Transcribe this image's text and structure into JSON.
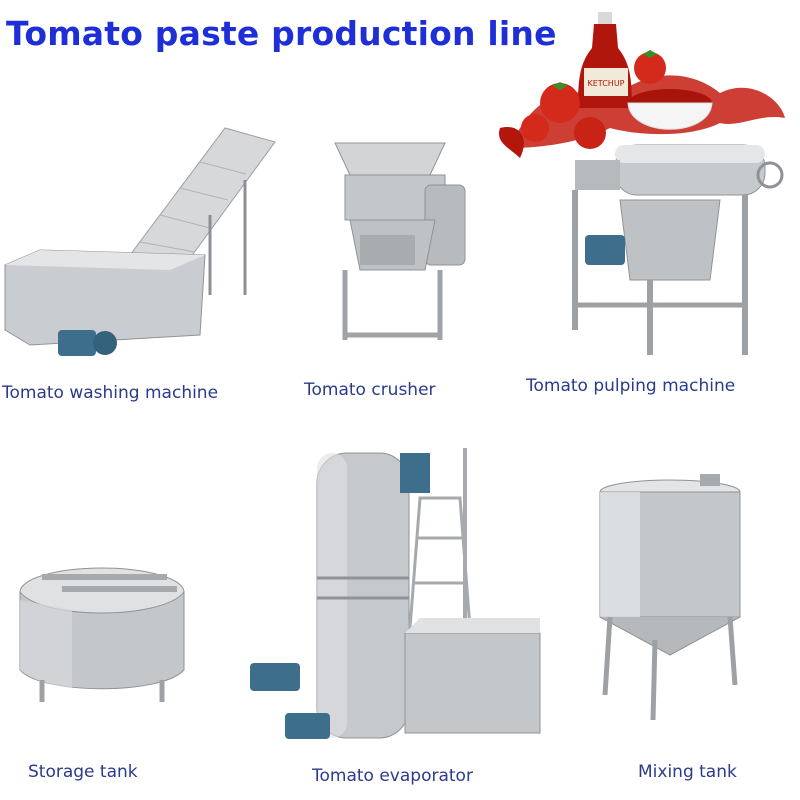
{
  "title": "Tomato paste production line",
  "hero": {
    "bottle_label": "KETCHUP"
  },
  "machines": [
    {
      "caption": "Tomato washing machine"
    },
    {
      "caption": "Tomato crusher"
    },
    {
      "caption": "Tomato pulping machine"
    },
    {
      "caption": "Storage tank"
    },
    {
      "caption": "Tomato evaporator"
    },
    {
      "caption": "Mixing tank"
    }
  ],
  "colors": {
    "title": "#1f2fd8",
    "caption": "#2a3a8c",
    "steel": "#c9ccd0",
    "motor": "#3d6f8c",
    "tomato": "#d42a1c"
  }
}
